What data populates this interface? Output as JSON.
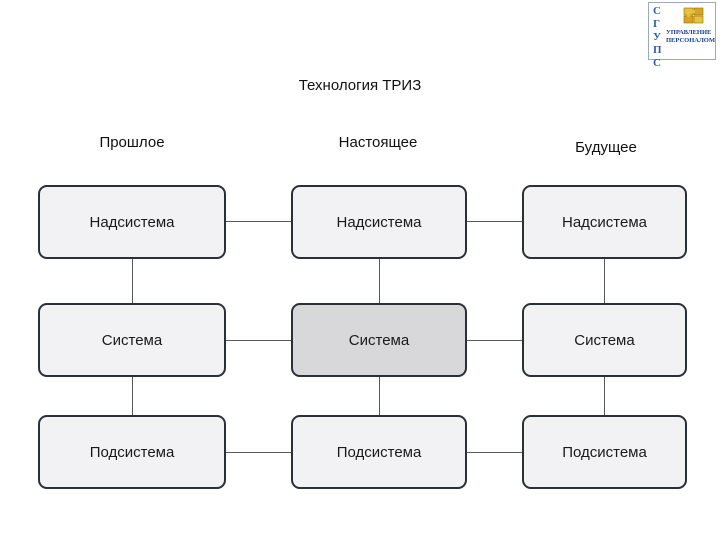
{
  "logo": {
    "letters": [
      "С",
      "Г",
      "У",
      "П",
      "С"
    ],
    "text_lines": [
      "УПРАВЛЕНИЕ",
      "ПЕРСОНАЛОМ"
    ],
    "accent_color": "#2f5da8"
  },
  "title": "Технология ТРИЗ",
  "columns": [
    "Прошлое",
    "Настоящее",
    "Будущее"
  ],
  "rows": [
    [
      "Надсистема",
      "Надсистема",
      "Надсистема"
    ],
    [
      "Система",
      "Система",
      "Система"
    ],
    [
      "Подсистема",
      "Подсистема",
      "Подсистема"
    ]
  ],
  "highlight_color": "#d8d8da",
  "node_color": "#f2f2f4"
}
